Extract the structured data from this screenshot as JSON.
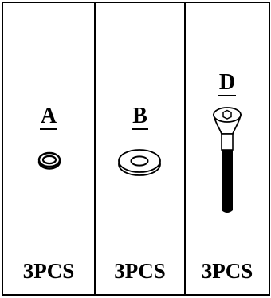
{
  "parts": [
    {
      "letter": "A",
      "quantity": "3PCS",
      "icon": "small-washer-icon"
    },
    {
      "letter": "B",
      "quantity": "3PCS",
      "icon": "large-washer-icon"
    },
    {
      "letter": "D",
      "quantity": "3PCS",
      "icon": "countersunk-hex-bolt-icon"
    }
  ]
}
